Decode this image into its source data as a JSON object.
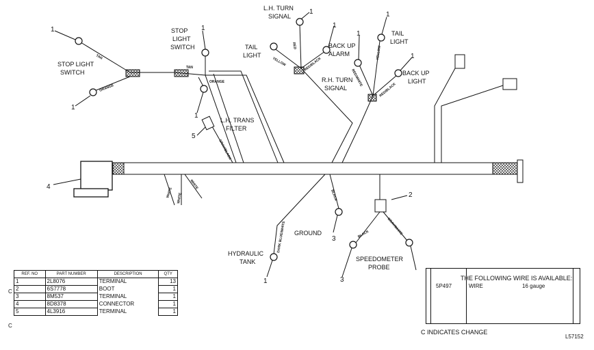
{
  "labels": {
    "stop_light_switch_upper": [
      "STOP",
      "LIGHT",
      "SWITCH"
    ],
    "stop_light_switch_left": [
      "STOP LIGHT",
      "SWITCH"
    ],
    "lh_turn_signal": [
      "L.H. TURN",
      "SIGNAL"
    ],
    "tail_light_left": [
      "TAIL",
      "LIGHT"
    ],
    "back_up_alarm": [
      "BACK UP",
      "ALARM"
    ],
    "tail_light_right": [
      "TAIL",
      "LIGHT"
    ],
    "back_up_light": [
      "BACK UP",
      "LIGHT"
    ],
    "rh_turn_signal": [
      "R.H. TURN",
      "SIGNAL"
    ],
    "lh_trans_filter": [
      "L.H. TRANS",
      "FILTER"
    ],
    "ground": "GROUND",
    "hydraulic_tank": [
      "HYDRAULIC",
      "TANK"
    ],
    "speedometer_probe": [
      "SPEEDOMETER",
      "PROBE"
    ]
  },
  "wire_colors": {
    "tan_left": "TAN",
    "orange_left": "ORANGE",
    "tan_mid": "TAN",
    "orange_mid": "ORANGE",
    "red": "RED",
    "yellow_left": "YELLOW",
    "red_black": "RED/BLACK",
    "red_white": "RED/WHITE",
    "yellow_right": "YELLOW",
    "red_black_right": "RED/BLACK",
    "gray_black": "GRAY/BLACK",
    "white_1": "WHITE",
    "white_2": "WHITE",
    "white_3": "WHITE",
    "black_ground": "BLACK",
    "dark_blue_white": "DARK BLUE/WHITE",
    "black_probe": "BLACK",
    "gray_white": "GRAY/WHITE"
  },
  "callouts": {
    "c1a": "1",
    "c1b": "1",
    "c1c": "1",
    "c1d": "1",
    "c1e": "1",
    "c1f": "1",
    "c1g": "1",
    "c1h": "1",
    "c1i": "1",
    "c1j": "1",
    "c2": "2",
    "c3a": "3",
    "c3b": "3",
    "c4": "4",
    "c5": "5"
  },
  "parts_table": {
    "headers": {
      "ref": "REF. NO",
      "part": "PART NUMBER",
      "desc": "DESCRIPTION",
      "qty": "QTY"
    },
    "rows": [
      {
        "change": "C",
        "ref": "1",
        "part": "2L8076",
        "desc": "TERMINAL",
        "qty": "13"
      },
      {
        "change": "",
        "ref": "2",
        "part": "6S7778",
        "desc": "BOOT",
        "qty": "1"
      },
      {
        "change": "",
        "ref": "3",
        "part": "8M537",
        "desc": "TERMINAL",
        "qty": "1"
      },
      {
        "change": "",
        "ref": "4",
        "part": "8D8378",
        "desc": "CONNECTOR",
        "qty": "1"
      },
      {
        "change": "C",
        "ref": "5",
        "part": "4L3916",
        "desc": "TERMINAL",
        "qty": "1"
      }
    ]
  },
  "available_box": {
    "title": "THE FOLLOWING WIRE IS AVAILABLE:",
    "part": "5P497",
    "desc": "WIRE",
    "gauge": "16 gauge"
  },
  "footer": {
    "change_note": "C INDICATES CHANGE",
    "drawing_number": "L57152"
  }
}
